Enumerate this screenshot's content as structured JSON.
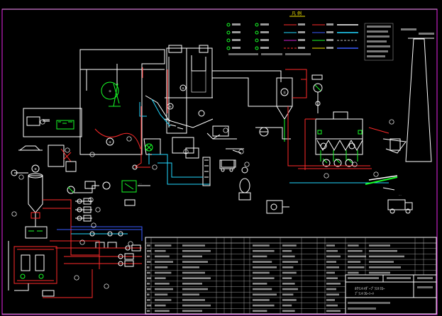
{
  "title_block": {
    "drawing_title_line1": "ｶｸﾗﾝﾄﾒﾀﾞｰﾌﾟﾗｽﾄﾌﾛｰ",
    "drawing_title_line2": "ﾌﾟﾗﾝﾄﾌﾛｰｼｰﾄ"
  },
  "legend": {
    "heading": "凡  例"
  }
}
